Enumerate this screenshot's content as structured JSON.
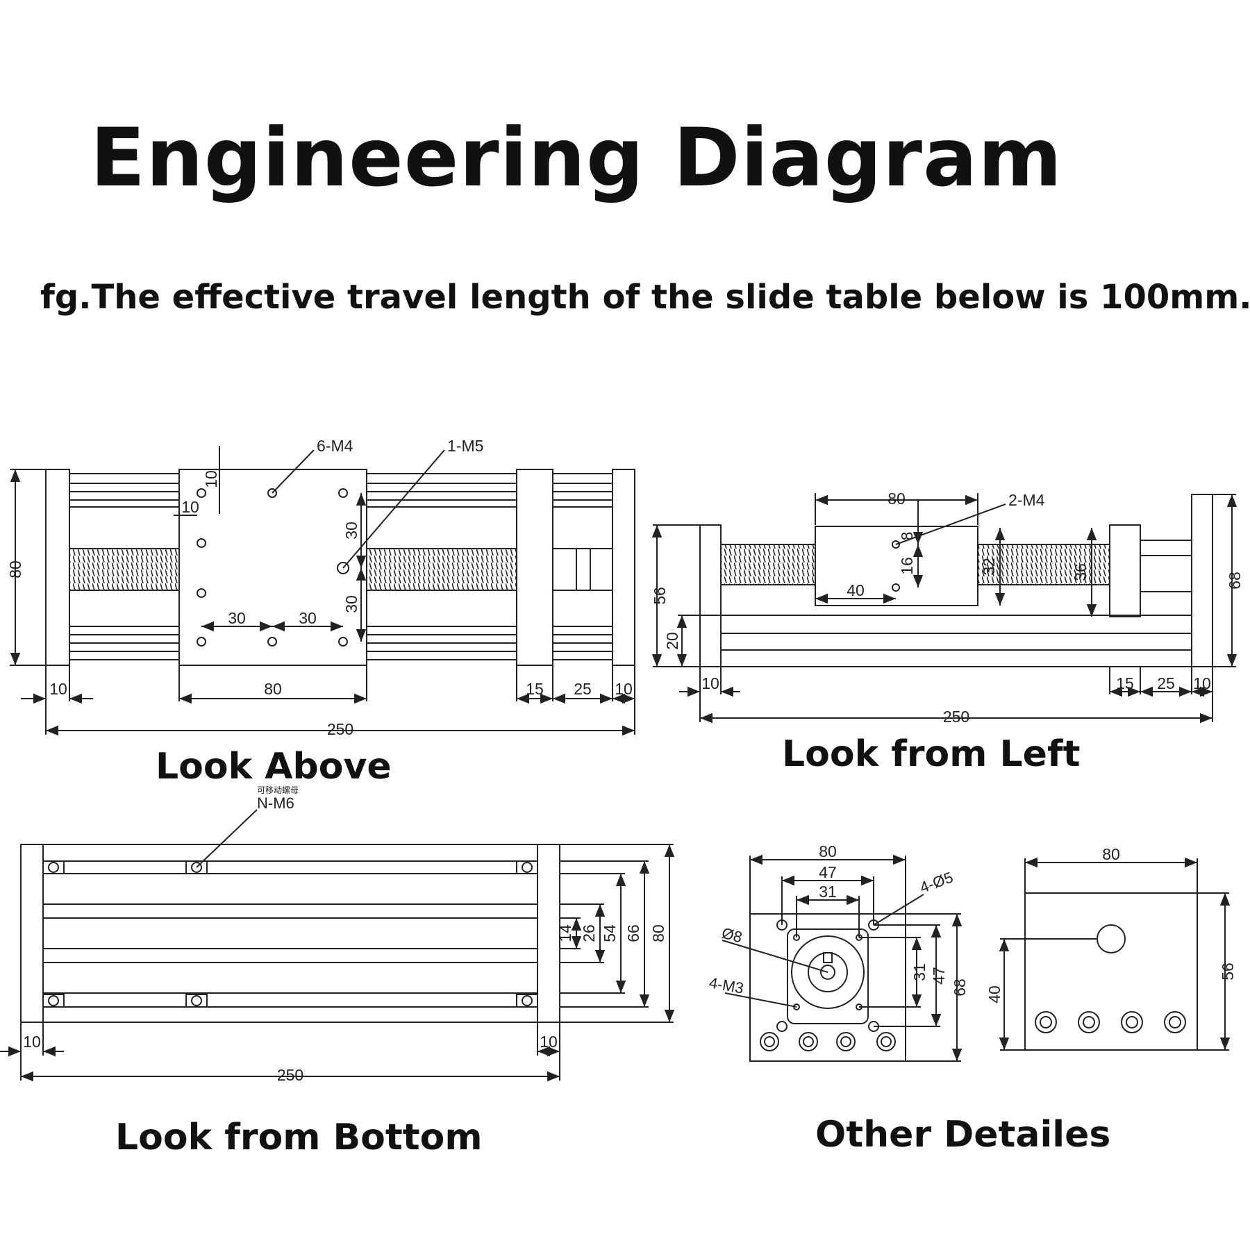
{
  "title": "Engineering Diagram",
  "subtitle": "fg.The effective travel length of the slide table below is 100mm.",
  "views": {
    "above": {
      "caption": "Look Above",
      "callouts": [
        "6-M4",
        "1-M5"
      ],
      "dims": {
        "overall_height": "80",
        "top_offset": "10",
        "left_offset": "10",
        "hole_v1": "30",
        "hole_v2": "30",
        "hole_h1": "30",
        "hole_h2": "30",
        "end_left": "10",
        "carriage": "80",
        "gap": "15",
        "block": "25",
        "end_right": "10",
        "total": "250"
      }
    },
    "left": {
      "caption": "Look from Left",
      "callouts": [
        "2-M4"
      ],
      "dims": {
        "carriage_width": "80",
        "hole_spacing": "40",
        "hole_top": "8",
        "hole_v": "16",
        "nut_h": "32",
        "rail_h": "36",
        "overall_h": "56",
        "base_h": "20",
        "right_h": "68",
        "end_left": "10",
        "gap": "15",
        "block": "25",
        "end_right": "10",
        "total": "250"
      }
    },
    "bottom": {
      "caption": "Look from Bottom",
      "note_cn": "可移动螺母",
      "callouts": [
        "N-M6"
      ],
      "dims": {
        "d14": "14",
        "d26": "26",
        "d54": "54",
        "d66": "66",
        "d80": "80",
        "end_left": "10",
        "end_right": "10",
        "total": "250"
      }
    },
    "details": {
      "caption": "Other Detailes",
      "callouts": [
        "4-Ø5",
        "Ø8",
        "4-M3"
      ],
      "dims": {
        "w80": "80",
        "w47": "47",
        "w31": "31",
        "h31": "31",
        "h47": "47",
        "h68": "68",
        "block_w": "80",
        "block_h": "56",
        "bore_h": "40"
      }
    }
  }
}
